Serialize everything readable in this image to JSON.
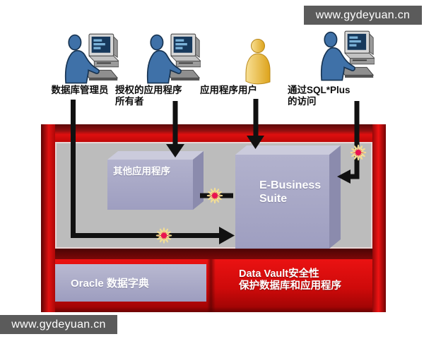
{
  "banners": {
    "top_right": {
      "text": "www.gydeyuan.cn"
    },
    "bottom_left": {
      "text": "www.gydeyuan.cn"
    }
  },
  "actors": [
    {
      "icon": "computer-user-icon",
      "lines": [
        "数据库管理员"
      ]
    },
    {
      "icon": "computer-user-icon",
      "lines": [
        "授权的应用程序",
        "所有者"
      ]
    },
    {
      "icon": "person-icon",
      "lines": [
        "应用程序用户"
      ]
    },
    {
      "icon": "computer-user-icon",
      "lines": [
        "通过SQL*Plus",
        "的访问"
      ]
    }
  ],
  "container": {
    "apps_box": {
      "label": "其他应用程序"
    },
    "ebs_box": {
      "lines": [
        "E-Business",
        "Suite"
      ]
    },
    "dictionary_box": {
      "label": "Oracle 数据字典"
    },
    "vault": {
      "lines": [
        "Data Vault安全性",
        "保护数据库和应用程序"
      ]
    }
  },
  "icons": {
    "blocked": "access-blocked-starburst-icon"
  },
  "colors": {
    "banner-gray": "#5b5b5b",
    "container-red": "#ce0a0a",
    "container-dark-red": "#7a0b0b",
    "interior-gray": "#bcbcbc",
    "box-lavender": "#a6a6c4",
    "box-lavender-light": "#cbcbdc",
    "box-lavender-dark": "#8b8bad",
    "arrow-black": "#111111",
    "starburst-red": "#c50d2f",
    "starburst-halo": "#f2dd95",
    "actor-blue": "#3f71a8",
    "actor-yellow": "#e8b62c"
  }
}
